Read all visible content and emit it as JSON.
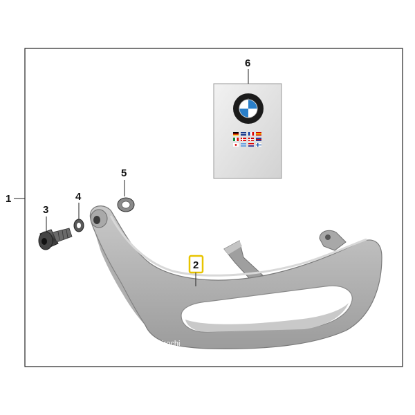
{
  "diagram": {
    "callouts": [
      {
        "id": "1",
        "label": "1"
      },
      {
        "id": "2",
        "label": "2",
        "highlighted": true
      },
      {
        "id": "3",
        "label": "3"
      },
      {
        "id": "4",
        "label": "4"
      },
      {
        "id": "5",
        "label": "5"
      },
      {
        "id": "6",
        "label": "6"
      }
    ],
    "watermark": "hirochi",
    "colors": {
      "frame": "#222222",
      "part": "#b9b9b9",
      "part_shadow": "#8f8f8f",
      "highlight": "#e8c400",
      "manual_bg": "#e4e4e4"
    },
    "icons": [
      "bmw-roundel-icon",
      "flag-grid-icon"
    ]
  }
}
